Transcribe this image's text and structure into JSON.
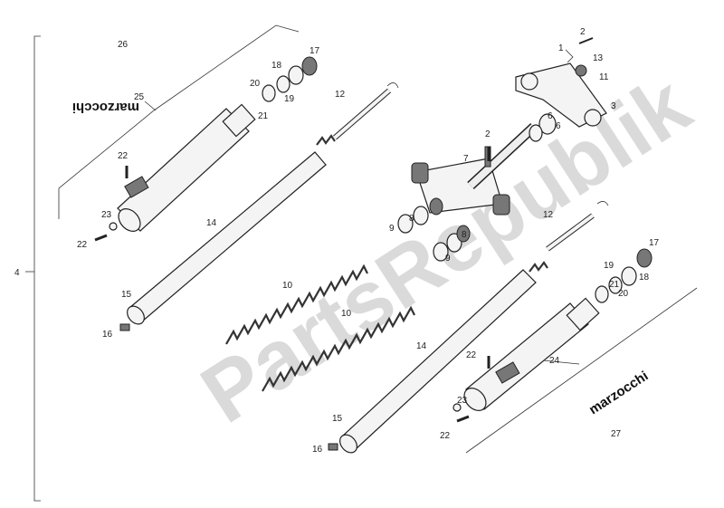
{
  "diagram": {
    "watermark": "PartsRepublik",
    "brand_left": "marzocchi",
    "brand_right": "marzocchi",
    "labels": {
      "l4": "4",
      "l26": "26",
      "l25": "25",
      "l20a": "20",
      "l18a": "18",
      "l17a": "17",
      "l21a": "21",
      "l19a": "19",
      "l22a": "22",
      "l23a": "23",
      "l22b": "22",
      "l14a": "14",
      "l15a": "15",
      "l16a": "16",
      "l12a": "12",
      "l2a": "2",
      "l1": "1",
      "l13": "13",
      "l11": "11",
      "l3": "3",
      "l6a": "6",
      "l6b": "6",
      "l2b": "2",
      "l7": "7",
      "l8a": "8",
      "l9a": "9",
      "l8b": "8",
      "l9b": "9",
      "l10a": "10",
      "l10b": "10",
      "l12b": "12",
      "l17b": "17",
      "l19b": "19",
      "l18b": "18",
      "l21b": "21",
      "l20b": "20",
      "l14b": "14",
      "l22c": "22",
      "l24": "24",
      "l27": "27",
      "l23b": "23",
      "l22d": "22",
      "l15b": "15",
      "l16b": "16"
    }
  }
}
